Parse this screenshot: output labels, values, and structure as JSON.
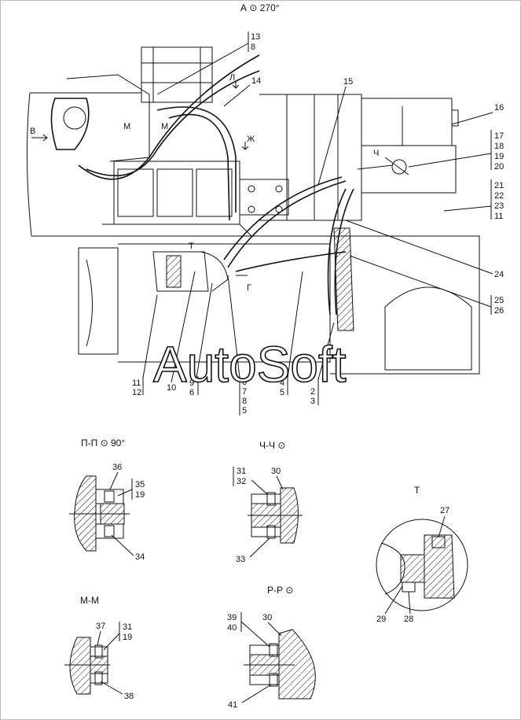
{
  "title": "А ⊙ 270°",
  "main_view": {
    "callouts": [
      {
        "id": "c13",
        "text": "13"
      },
      {
        "id": "c8",
        "text": "8"
      },
      {
        "id": "c14",
        "text": "14"
      },
      {
        "id": "c15",
        "text": "15"
      },
      {
        "id": "c16",
        "text": "16"
      },
      {
        "id": "c17",
        "text": "17"
      },
      {
        "id": "c18",
        "text": "18"
      },
      {
        "id": "c19",
        "text": "19"
      },
      {
        "id": "c20",
        "text": "20"
      },
      {
        "id": "c21",
        "text": "21"
      },
      {
        "id": "c22",
        "text": "22"
      },
      {
        "id": "c23",
        "text": "23"
      },
      {
        "id": "c11r",
        "text": "11"
      },
      {
        "id": "c24",
        "text": "24"
      },
      {
        "id": "c25",
        "text": "25"
      },
      {
        "id": "c26",
        "text": "26"
      },
      {
        "id": "c11b",
        "text": "11"
      },
      {
        "id": "c12b",
        "text": "12"
      },
      {
        "id": "c10b",
        "text": "10"
      },
      {
        "id": "c9b",
        "text": "9"
      },
      {
        "id": "c6b",
        "text": "6"
      },
      {
        "id": "c6c",
        "text": "6"
      },
      {
        "id": "c7c",
        "text": "7"
      },
      {
        "id": "c8c",
        "text": "8"
      },
      {
        "id": "c5c",
        "text": "5"
      },
      {
        "id": "c4b",
        "text": "4"
      },
      {
        "id": "c5b",
        "text": "5"
      },
      {
        "id": "c2b",
        "text": "2"
      },
      {
        "id": "c3b",
        "text": "3"
      }
    ],
    "view_letters": {
      "L": "Л",
      "V": "В",
      "M1": "М",
      "M2": "М",
      "ZH": "Ж",
      "CH": "Ч",
      "T": "Т",
      "G": "Г"
    }
  },
  "watermark": "AutoSoft",
  "sections": {
    "pp": {
      "title": "П-П ⊙ 90°",
      "labels": [
        "36",
        "35",
        "19",
        "34"
      ]
    },
    "chch": {
      "title": "Ч-Ч ⊙",
      "labels": [
        "31",
        "32",
        "30",
        "33"
      ]
    },
    "t": {
      "title": "Т",
      "labels": [
        "27",
        "29",
        "28"
      ]
    },
    "mm": {
      "title": "М-М",
      "labels": [
        "37",
        "31",
        "19",
        "38"
      ]
    },
    "rr": {
      "title": "Р-Р ⊙",
      "labels": [
        "39",
        "40",
        "30",
        "41"
      ]
    }
  }
}
